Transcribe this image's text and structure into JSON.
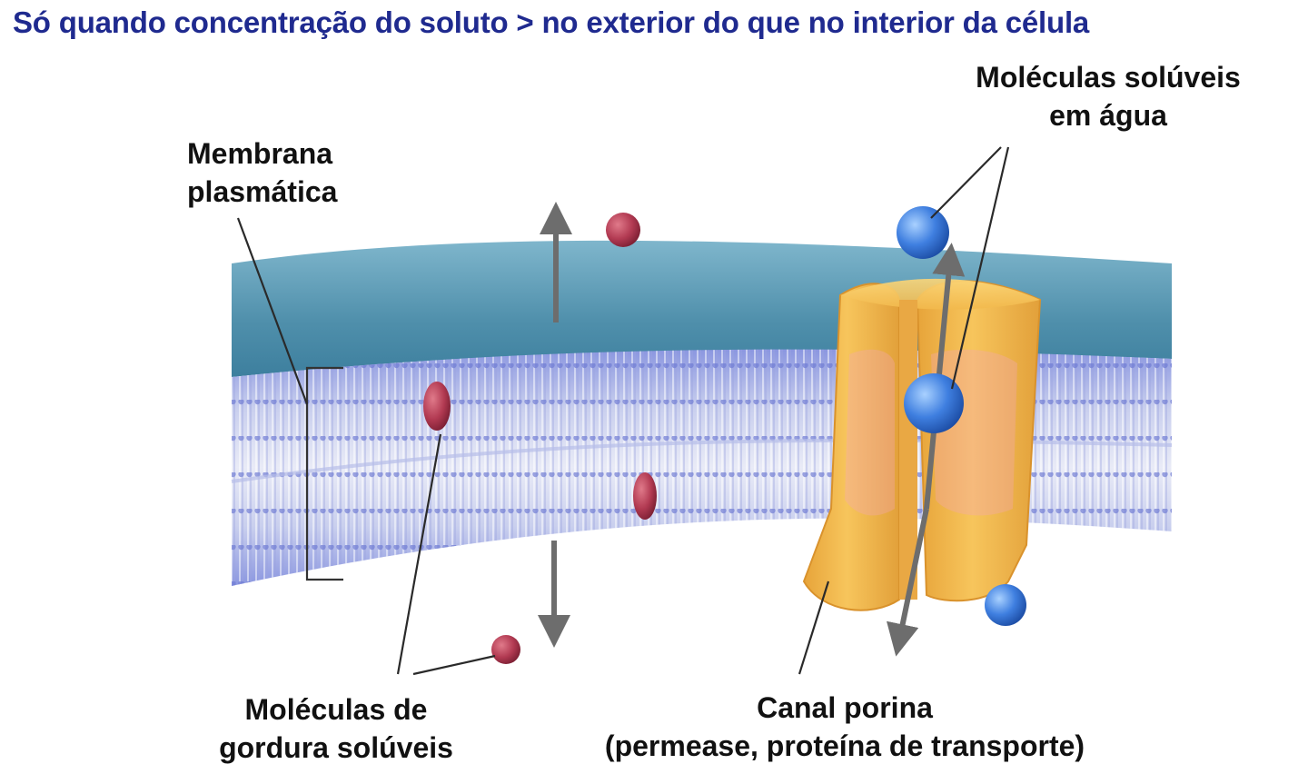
{
  "title": "Só quando concentração do soluto > no exterior do que no interior da célula",
  "labels": {
    "membrane_line1": "Membrana",
    "membrane_line2": "plasmática",
    "water_soluble_line1": "Moléculas solúveis",
    "water_soluble_line2": "em água",
    "fat_soluble_line1": "Moléculas de",
    "fat_soluble_line2": "gordura solúveis",
    "porin_line1": "Canal porina",
    "porin_line2": "(permease, proteína de transporte)"
  },
  "colors": {
    "title": "#1f2a8f",
    "membrane_top": "#5f9fb8",
    "lipid_heads": "#7b86d8",
    "fat_molecule": "#b23a52",
    "water_molecule": "#3f7fe0",
    "porin": "#f0b445",
    "arrow": "#6d6d6d"
  }
}
